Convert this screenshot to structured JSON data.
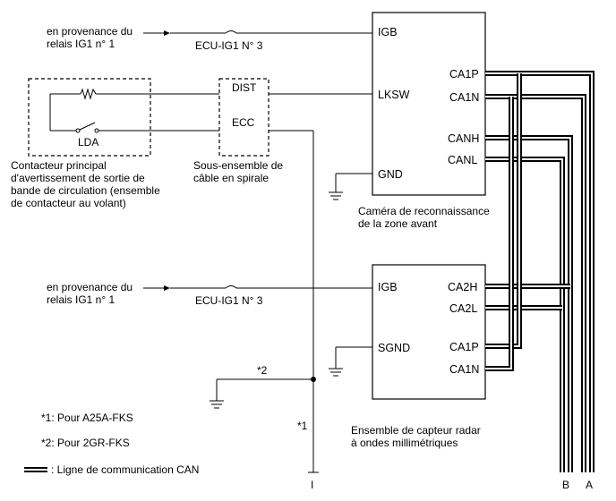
{
  "sources": {
    "ig1_top": [
      "en provenance du",
      "relais IG1 n° 1"
    ],
    "ig1_bottom": [
      "en provenance du",
      "relais IG1 n° 1"
    ]
  },
  "fuses": {
    "top": "ECU-IG1 N° 3",
    "bottom": "ECU-IG1 N° 3"
  },
  "lda_switch": {
    "label": "LDA",
    "caption": [
      "Contacteur principal",
      "d'avertissement de sortie de",
      "bande de circulation (ensemble",
      "de contacteur au volant)"
    ]
  },
  "spiral_cable": {
    "pins": [
      "DIST",
      "ECC"
    ],
    "caption": [
      "Sous-ensemble de",
      "câble en spirale"
    ]
  },
  "camera": {
    "pins_left": [
      "IGB",
      "LKSW",
      "GND"
    ],
    "pins_right": [
      "CA1P",
      "CA1N",
      "CANH",
      "CANL"
    ],
    "caption": [
      "Caméra de reconnaissance",
      "de la zone avant"
    ]
  },
  "radar": {
    "pins_left": [
      "IGB",
      "SGND"
    ],
    "pins_right": [
      "CA2H",
      "CA2L",
      "CA1P",
      "CA1N"
    ],
    "caption": [
      "Ensemble de capteur radar",
      "à ondes millimétriques"
    ]
  },
  "markers": {
    "star2": "*2",
    "star1": "*1",
    "conn_i": "I",
    "conn_b": "B",
    "conn_a": "A"
  },
  "notes": {
    "n1": "*1: Pour A25A-FKS",
    "n2": "*2: Pour 2GR-FKS"
  },
  "legend": {
    "can_line": ": Ligne de communication CAN"
  }
}
